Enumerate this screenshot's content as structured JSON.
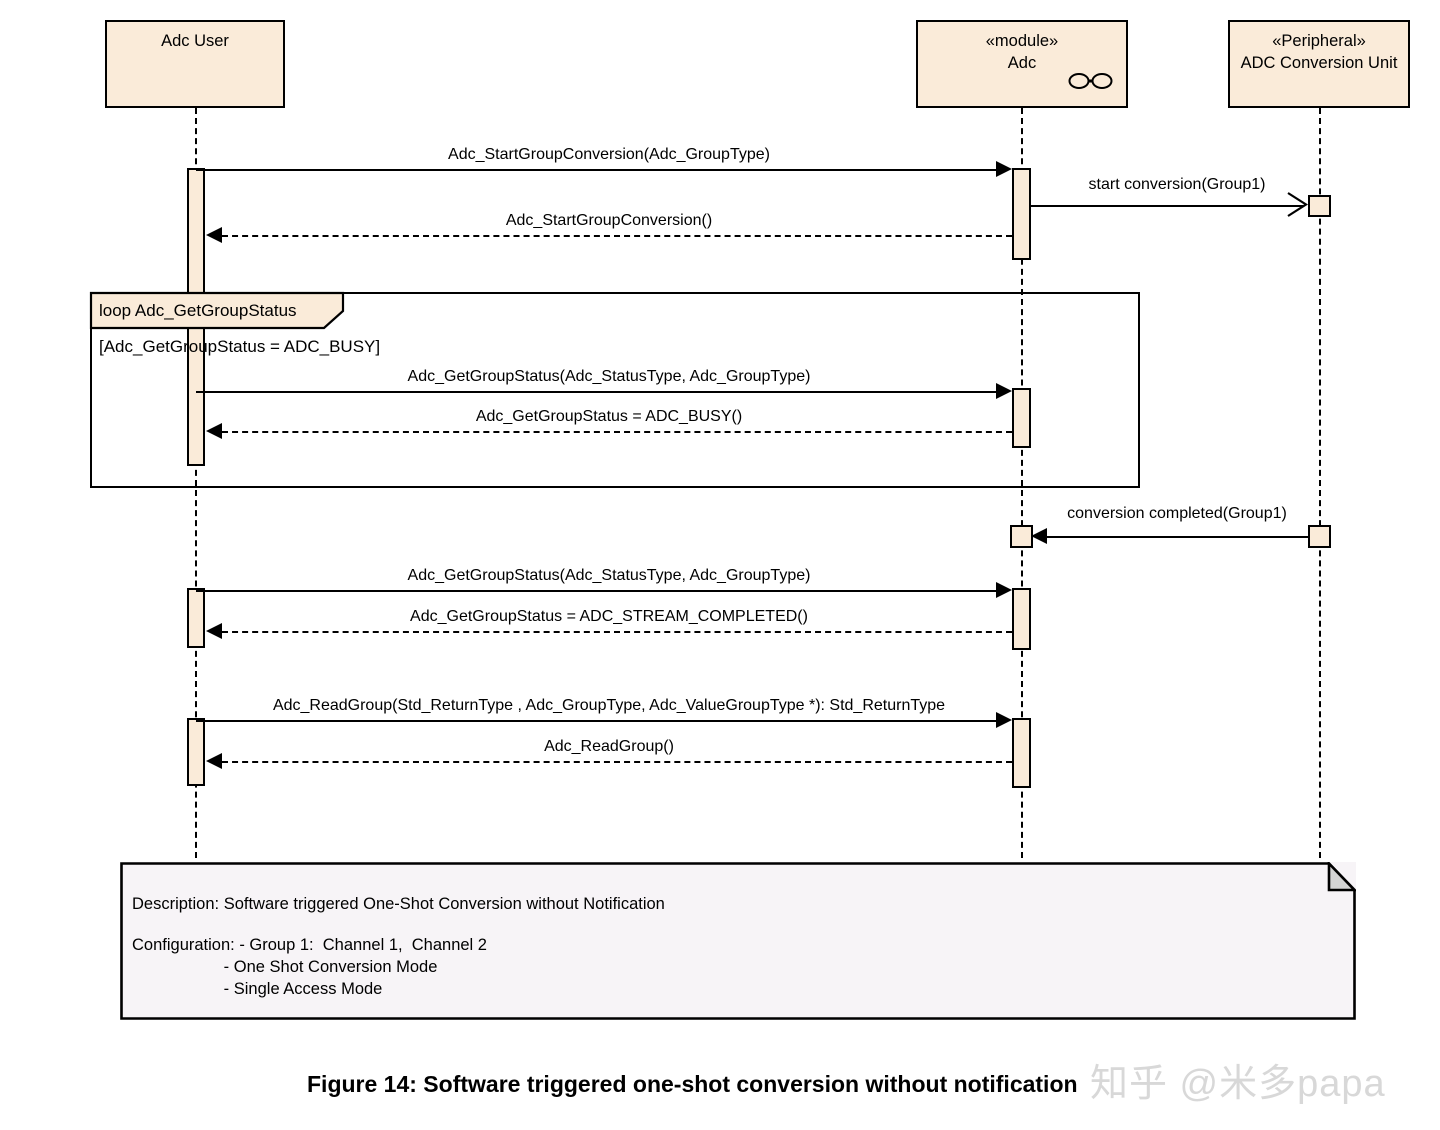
{
  "diagram": {
    "type": "uml-sequence-diagram",
    "caption": "Figure 14: Software triggered one-shot conversion without notification",
    "watermark": "知乎 @米多papa",
    "colors": {
      "lifeline_fill": "#faebd9",
      "activation_fill": "#faebd9",
      "fragment_tag_fill": "#faebd9",
      "note_fill": "#f7f4f7",
      "line": "#000000",
      "watermark": "#d8d8d8"
    }
  },
  "lifelines": [
    {
      "id": "user",
      "stereotype": "",
      "name": "Adc User",
      "icon": ""
    },
    {
      "id": "adc",
      "stereotype": "«module»",
      "name": "Adc",
      "icon": "component-icon"
    },
    {
      "id": "peripheral",
      "stereotype": "«Peripheral»",
      "name": "ADC Conversion Unit",
      "icon": ""
    }
  ],
  "messages": [
    {
      "n": 0,
      "label": "Adc_StartGroupConversion(Adc_GroupType)",
      "from": "user",
      "to": "adc",
      "kind": "call",
      "arrow": "filled"
    },
    {
      "n": 1,
      "label": "start conversion(Group1)",
      "from": "adc",
      "to": "peripheral",
      "kind": "async",
      "arrow": "open"
    },
    {
      "n": 2,
      "label": "Adc_StartGroupConversion()",
      "from": "adc",
      "to": "user",
      "kind": "return",
      "arrow": "filled"
    },
    {
      "n": 3,
      "label": "Adc_GetGroupStatus(Adc_StatusType, Adc_GroupType)",
      "from": "user",
      "to": "adc",
      "kind": "call",
      "arrow": "filled"
    },
    {
      "n": 4,
      "label": "Adc_GetGroupStatus = ADC_BUSY()",
      "from": "adc",
      "to": "user",
      "kind": "return",
      "arrow": "filled"
    },
    {
      "n": 5,
      "label": "conversion completed(Group1)",
      "from": "peripheral",
      "to": "adc",
      "kind": "call",
      "arrow": "filled"
    },
    {
      "n": 6,
      "label": "Adc_GetGroupStatus(Adc_StatusType, Adc_GroupType)",
      "from": "user",
      "to": "adc",
      "kind": "call",
      "arrow": "filled"
    },
    {
      "n": 7,
      "label": "Adc_GetGroupStatus = ADC_STREAM_COMPLETED()",
      "from": "adc",
      "to": "user",
      "kind": "return",
      "arrow": "filled"
    },
    {
      "n": 8,
      "label": "Adc_ReadGroup(Std_ReturnType , Adc_GroupType, Adc_ValueGroupType *): Std_ReturnType",
      "from": "user",
      "to": "adc",
      "kind": "call",
      "arrow": "filled"
    },
    {
      "n": 9,
      "label": "Adc_ReadGroup()",
      "from": "adc",
      "to": "user",
      "kind": "return",
      "arrow": "filled"
    }
  ],
  "fragment": {
    "operator_label": "loop Adc_GetGroupStatus",
    "guard": "[Adc_GetGroupStatus = ADC_BUSY]"
  },
  "note": {
    "line1": "Description: Software triggered One-Shot Conversion without Notification",
    "line2": "Configuration: - Group 1:  Channel 1,  Channel 2",
    "line3": "                    - One Shot Conversion Mode",
    "line4": "                    - Single Access Mode"
  }
}
